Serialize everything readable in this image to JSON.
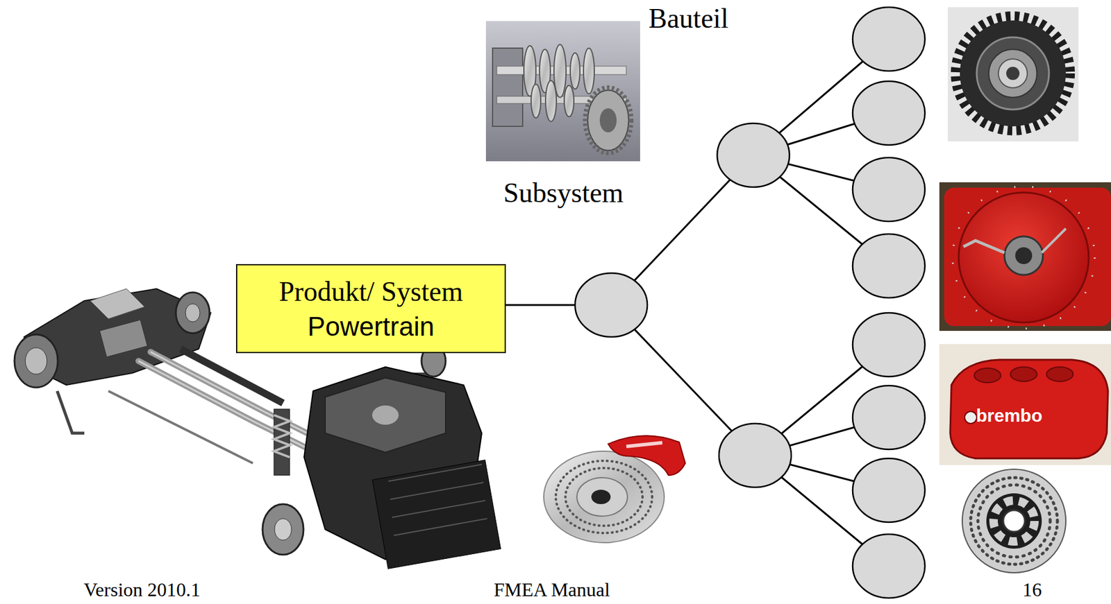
{
  "diagram": {
    "nodes": [
      {
        "text": [
          "Produkt/ System",
          "Powertrain"
        ]
      }
    ],
    "labels": [
      "Bauteil",
      "Subsystem",
      "brembo",
      "Version 2010.1",
      "FMEA Manual",
      "16"
    ]
  }
}
